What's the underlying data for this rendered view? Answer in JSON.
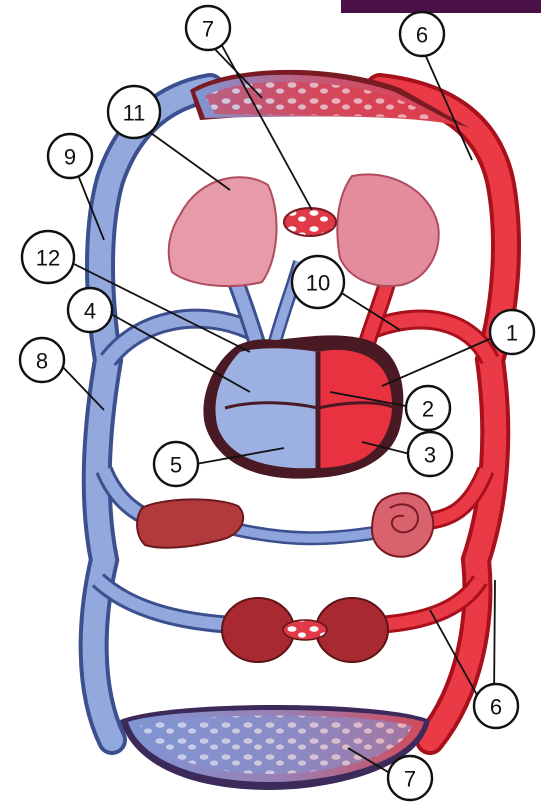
{
  "colors": {
    "arterial": "#e8323f",
    "arterial_dark": "#a8101c",
    "venous": "#8fa6dd",
    "venous_dark": "#3c4f8f",
    "lung": "#e79aa8",
    "liver": "#b23a3c",
    "kidney": "#a82a30",
    "corner_block": "#4b1046"
  },
  "icons": {
    "heart": "heart-organ-icon",
    "lungs": "lungs-organ-icon",
    "liver": "liver-organ-icon",
    "intestine": "intestine-organ-icon",
    "kidneys": "kidneys-organ-icon"
  },
  "labels": {
    "n1": "1",
    "n2": "2",
    "n3": "3",
    "n4": "4",
    "n5": "5",
    "n6_top": "6",
    "n6_bottom": "6",
    "n7_top": "7",
    "n7_bottom": "7",
    "n8": "8",
    "n9": "9",
    "n10": "10",
    "n11": "11",
    "n12": "12"
  }
}
